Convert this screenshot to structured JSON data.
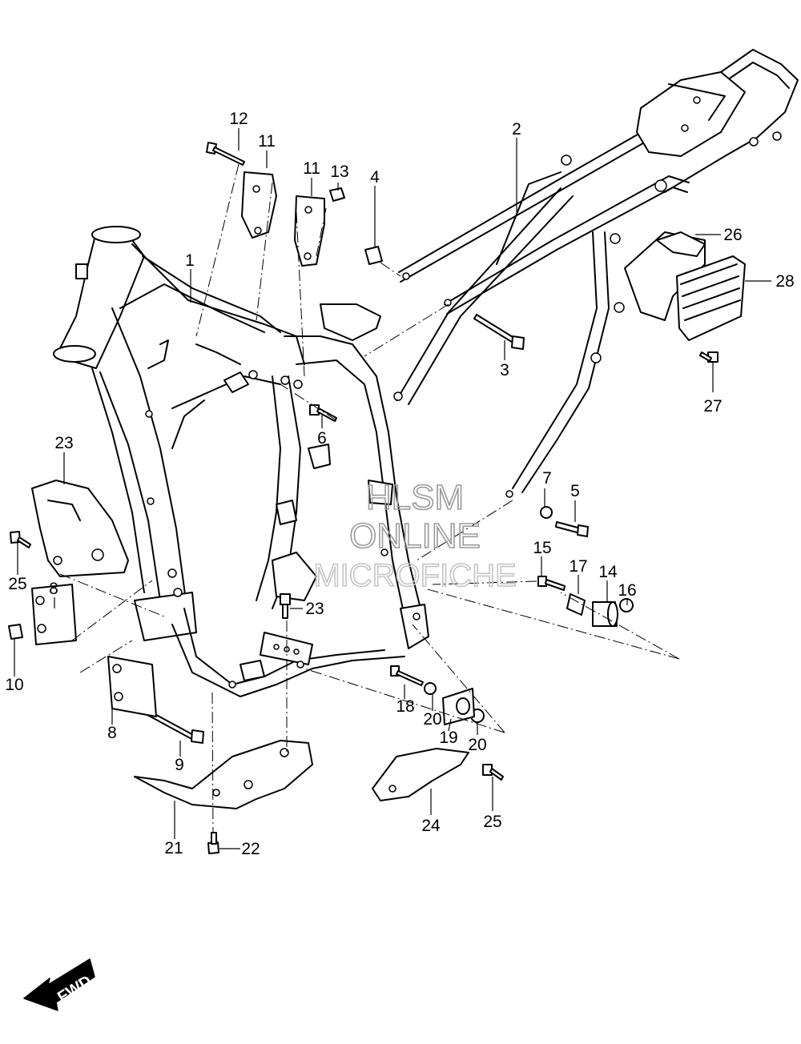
{
  "watermark": {
    "line1": "HLSM",
    "line2": "ONLINE",
    "line3": "MICROFICHE"
  },
  "direction_label": "FWD",
  "callouts": [
    "1",
    "2",
    "3",
    "4",
    "5",
    "6",
    "7",
    "8",
    "8",
    "9",
    "10",
    "11",
    "11",
    "12",
    "13",
    "14",
    "15",
    "16",
    "17",
    "18",
    "19",
    "20",
    "20",
    "21",
    "22",
    "23",
    "23",
    "24",
    "25",
    "25",
    "26",
    "27",
    "28"
  ],
  "colors": {
    "line": "#000000",
    "background": "#ffffff",
    "watermark": "#9a9a9a"
  }
}
